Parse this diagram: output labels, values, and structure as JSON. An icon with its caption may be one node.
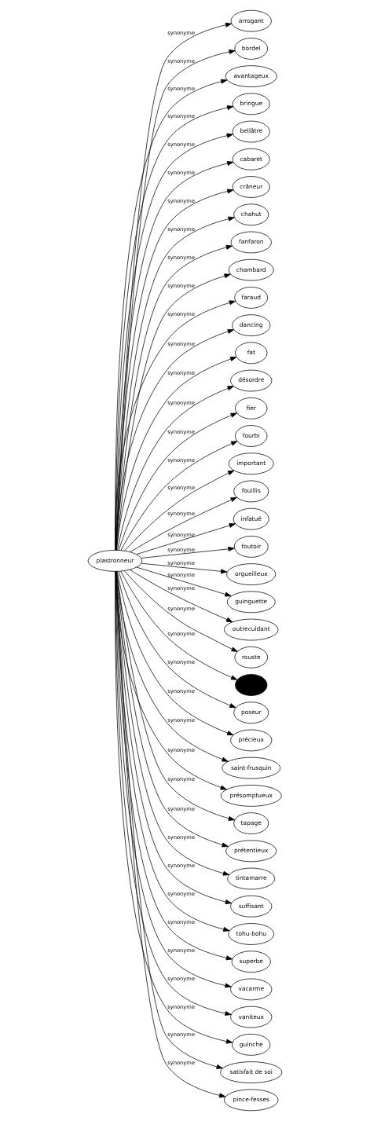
{
  "diagram": {
    "nodes": [
      {
        "text": [
          "plastronneur"
        ]
      },
      {
        "text": [
          "arrogant"
        ]
      },
      {
        "text": [
          "bordel"
        ]
      },
      {
        "text": [
          "avantageux"
        ]
      },
      {
        "text": [
          "bringue"
        ]
      },
      {
        "text": [
          "bellâtre"
        ]
      },
      {
        "text": [
          "cabaret"
        ]
      },
      {
        "text": [
          "crâneur"
        ]
      },
      {
        "text": [
          "chahut"
        ]
      },
      {
        "text": [
          "fanfaron"
        ]
      },
      {
        "text": [
          "chambard"
        ]
      },
      {
        "text": [
          "faraud"
        ]
      },
      {
        "text": [
          "dancing"
        ]
      },
      {
        "text": [
          "fat"
        ]
      },
      {
        "text": [
          "désordre"
        ]
      },
      {
        "text": [
          "fier"
        ]
      },
      {
        "text": [
          "fourbi"
        ]
      },
      {
        "text": [
          "important"
        ]
      },
      {
        "text": [
          "fouillis"
        ]
      },
      {
        "text": [
          "infatué"
        ]
      },
      {
        "text": [
          "foutoir"
        ]
      },
      {
        "text": [
          "orgueilleux"
        ]
      },
      {
        "text": [
          "guinguette"
        ]
      },
      {
        "text": [
          "outrecuidant"
        ]
      },
      {
        "text": [
          "rouste"
        ]
      },
      {
        "text": [],
        "shape": "ellipse"
      },
      {
        "text": [
          "poseur"
        ]
      },
      {
        "text": [
          "précieux"
        ]
      },
      {
        "text": [
          "saint-frusquin"
        ]
      },
      {
        "text": [
          "présomptueux"
        ]
      },
      {
        "text": [
          "tapage"
        ]
      },
      {
        "text": [
          "prétentieux"
        ]
      },
      {
        "text": [
          "tintamarre"
        ]
      },
      {
        "text": [
          "suffisant"
        ]
      },
      {
        "text": [
          "tohu-bohu"
        ]
      },
      {
        "text": [
          "superbe"
        ]
      },
      {
        "text": [
          "vacarme"
        ]
      },
      {
        "text": [
          "vaniteux"
        ]
      },
      {
        "text": [
          "guinche"
        ]
      },
      {
        "text": [
          "satisfait de soi"
        ]
      },
      {
        "text": [
          "pince-fesses"
        ]
      }
    ],
    "edges": [
      {
        "from": 0,
        "to": 1,
        "arrow": "to",
        "label": "synonyme"
      },
      {
        "from": 0,
        "to": 2,
        "arrow": "to",
        "label": "synonyme"
      },
      {
        "from": 0,
        "to": 3,
        "arrow": "to",
        "label": "synonyme"
      },
      {
        "from": 0,
        "to": 4,
        "arrow": "to",
        "label": "synonyme"
      },
      {
        "from": 0,
        "to": 5,
        "arrow": "to",
        "label": "synonyme"
      },
      {
        "from": 0,
        "to": 6,
        "arrow": "to",
        "label": "synonyme"
      },
      {
        "from": 0,
        "to": 7,
        "arrow": "to",
        "label": "synonyme"
      },
      {
        "from": 0,
        "to": 8,
        "arrow": "to",
        "label": "synonyme"
      },
      {
        "from": 0,
        "to": 9,
        "arrow": "to",
        "label": "synonyme"
      },
      {
        "from": 0,
        "to": 10,
        "arrow": "to",
        "label": "synonyme"
      },
      {
        "from": 0,
        "to": 11,
        "arrow": "to",
        "label": "synonyme"
      },
      {
        "from": 0,
        "to": 12,
        "arrow": "to",
        "label": "synonyme"
      },
      {
        "from": 0,
        "to": 13,
        "arrow": "to",
        "label": "synonyme"
      },
      {
        "from": 0,
        "to": 14,
        "arrow": "to",
        "label": "synonyme"
      },
      {
        "from": 0,
        "to": 15,
        "arrow": "to",
        "label": "synonyme"
      },
      {
        "from": 0,
        "to": 16,
        "arrow": "to",
        "label": "synonyme"
      },
      {
        "from": 0,
        "to": 17,
        "arrow": "to",
        "label": "synonyme"
      },
      {
        "from": 0,
        "to": 18,
        "arrow": "to",
        "label": "synonyme"
      },
      {
        "from": 0,
        "to": 19,
        "arrow": "to",
        "label": "synonyme"
      },
      {
        "from": 0,
        "to": 20,
        "arrow": "to",
        "label": "synonyme"
      },
      {
        "from": 0,
        "to": 21,
        "arrow": "to",
        "label": "synonyme"
      },
      {
        "from": 0,
        "to": 22,
        "arrow": "to",
        "label": "synonyme"
      },
      {
        "from": 0,
        "to": 23,
        "arrow": "to",
        "label": "synonyme"
      },
      {
        "from": 0,
        "to": 24,
        "arrow": "to",
        "label": "synonyme"
      },
      {
        "from": 0,
        "to": 25,
        "arrow": "to",
        "label": "synonyme"
      },
      {
        "from": 0,
        "to": 26,
        "arrow": "to",
        "label": "synonyme"
      },
      {
        "from": 0,
        "to": 27,
        "arrow": "to",
        "label": "synonyme"
      },
      {
        "from": 0,
        "to": 28,
        "arrow": "to",
        "label": "synonyme"
      },
      {
        "from": 0,
        "to": 29,
        "arrow": "to",
        "label": "synonyme"
      },
      {
        "from": 0,
        "to": 30,
        "arrow": "to",
        "label": "synonyme"
      },
      {
        "from": 0,
        "to": 31,
        "arrow": "to",
        "label": "synonyme"
      },
      {
        "from": 0,
        "to": 32,
        "arrow": "to",
        "label": "synonyme"
      },
      {
        "from": 0,
        "to": 33,
        "arrow": "to",
        "label": "synonyme"
      },
      {
        "from": 0,
        "to": 34,
        "arrow": "to",
        "label": "synonyme"
      },
      {
        "from": 0,
        "to": 35,
        "arrow": "to",
        "label": "synonyme"
      },
      {
        "from": 0,
        "to": 36,
        "arrow": "to",
        "label": "synonyme"
      },
      {
        "from": 0,
        "to": 37,
        "arrow": "to",
        "label": "synonyme"
      },
      {
        "from": 0,
        "to": 38,
        "arrow": "to",
        "label": "synonyme"
      },
      {
        "from": 0,
        "to": 39,
        "arrow": "to",
        "label": "synonyme"
      },
      {
        "from": 0,
        "to": 40,
        "arrow": "to",
        "label": "synonyme"
      }
    ]
  }
}
